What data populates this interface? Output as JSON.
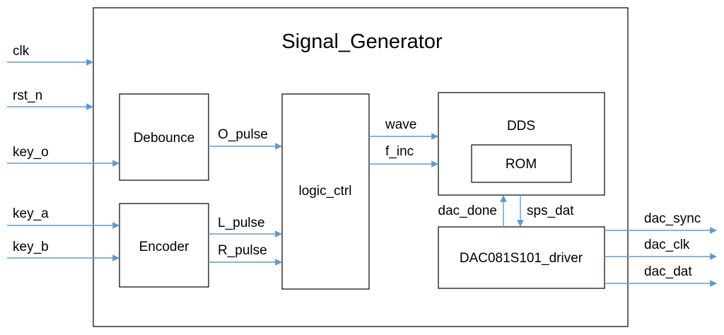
{
  "title": "Signal_Generator",
  "colors": {
    "wire": "#5b9bd5",
    "outline": "#000000",
    "background": "#ffffff"
  },
  "blocks": {
    "debounce": "Debounce",
    "encoder": "Encoder",
    "logic_ctrl": "logic_ctrl",
    "dds": "DDS",
    "rom": "ROM",
    "dac_driver": "DAC081S101_driver"
  },
  "inputs": {
    "clk": "clk",
    "rst_n": "rst_n",
    "key_o": "key_o",
    "key_a": "key_a",
    "key_b": "key_b"
  },
  "signals": {
    "o_pulse": "O_pulse",
    "l_pulse": "L_pulse",
    "r_pulse": "R_pulse",
    "wave": "wave",
    "f_inc": "f_inc",
    "dac_done": "dac_done",
    "sps_dat": "sps_dat"
  },
  "outputs": {
    "dac_sync": "dac_sync",
    "dac_clk": "dac_clk",
    "dac_dat": "dac_dat"
  }
}
